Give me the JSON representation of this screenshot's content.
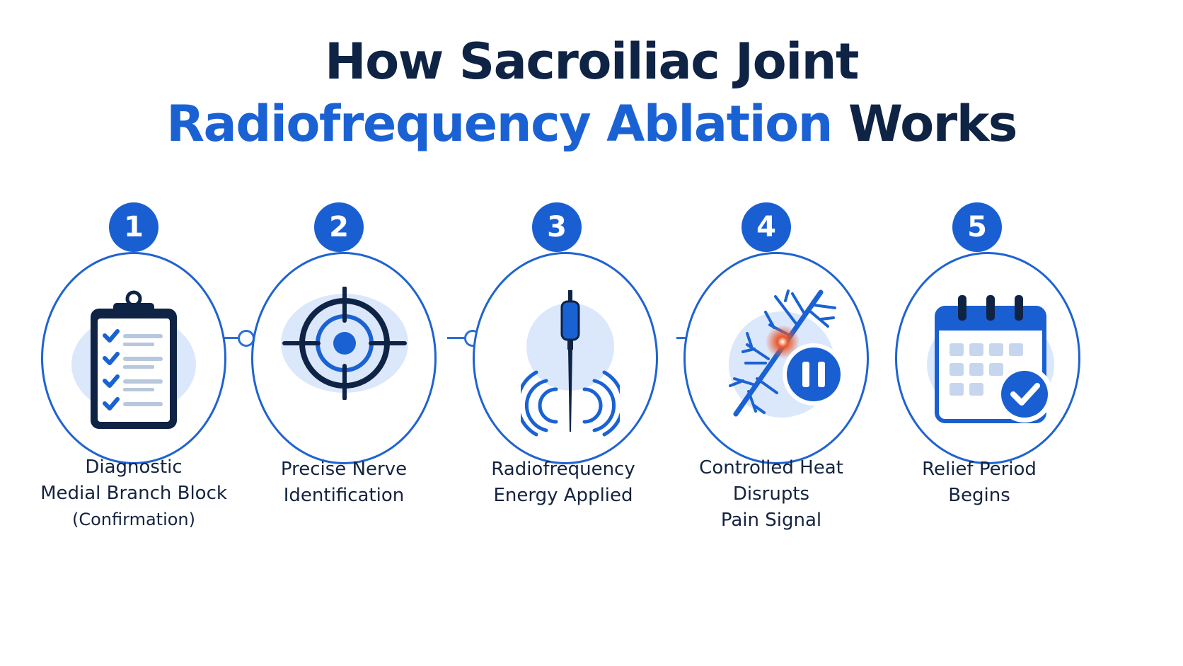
{
  "title": {
    "line1": "How Sacroiliac Joint",
    "line2_accent": "Radiofrequency Ablation",
    "line2_rest": " Works"
  },
  "colors": {
    "accent": "#1a62d4",
    "dark_navy": "#0f2345",
    "heat_orange": "#e8572a",
    "soft_blue": "#dbe7fb"
  },
  "steps": [
    {
      "number": "1",
      "icon": "clipboard-checklist-icon",
      "lines": [
        "Diagnostic",
        "Medial Branch Block"
      ],
      "note": "(Confirmation)"
    },
    {
      "number": "2",
      "icon": "target-crosshair-icon",
      "lines": [
        "Precise Nerve",
        "Identification"
      ],
      "note": ""
    },
    {
      "number": "3",
      "icon": "rf-probe-waves-icon",
      "lines": [
        "Radiofrequency",
        "Energy Applied"
      ],
      "note": ""
    },
    {
      "number": "4",
      "icon": "nerve-heat-pause-icon",
      "lines": [
        "Controlled Heat",
        "Disrupts",
        "Pain Signal"
      ],
      "note": ""
    },
    {
      "number": "5",
      "icon": "calendar-check-icon",
      "lines": [
        "Relief Period",
        "Begins"
      ],
      "note": ""
    }
  ]
}
